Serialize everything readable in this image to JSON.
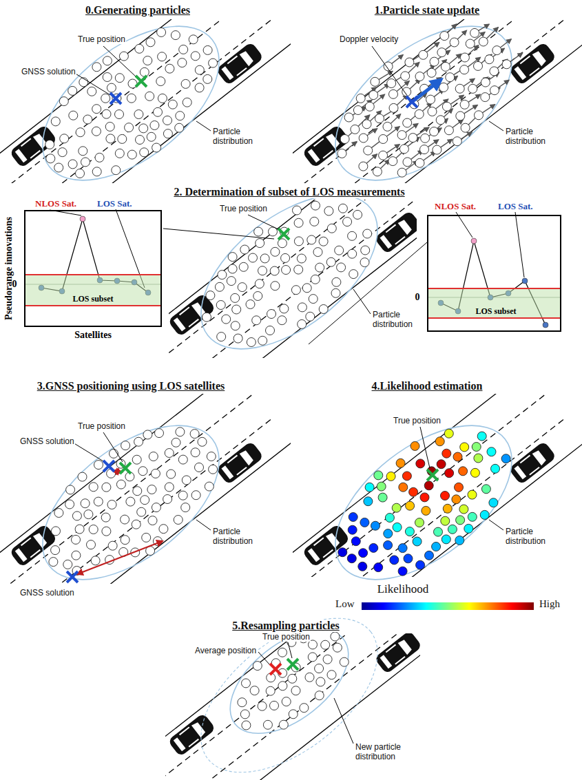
{
  "diagram": {
    "nodes": [
      {
        "text": [
          "Pseudorange innovations",
          "0",
          "Satellites"
        ]
      },
      {
        "text": [
          "LOS subset"
        ],
        "in": 0
      },
      {
        "text": [
          "0"
        ]
      },
      {
        "text": [
          "LOS subset"
        ],
        "in": 2
      }
    ],
    "labels": [
      "0.Generating particles",
      "True position",
      "GNSS solution",
      "Particle distribution",
      "1.Particle state update",
      "Doppler velocity",
      "Particle distribution",
      "2. Determination of subset of LOS measurements",
      "NLOS Sat.",
      "LOS Sat.",
      "True position",
      "Particle distribution",
      "NLOS Sat.",
      "LOS Sat.",
      "3.GNSS positioning using LOS satellites",
      "True position",
      "GNSS solution",
      "Particle distribution",
      "GNSS solution",
      "4.Likelihood estimation",
      "True position",
      "Particle distribution",
      "Likelihood",
      "Low",
      "High",
      "5.Resampling particles",
      "True position",
      "Average position",
      "New particle distribution"
    ]
  }
}
